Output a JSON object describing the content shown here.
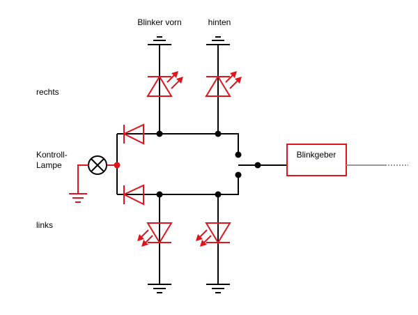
{
  "labels": {
    "front": "Blinker vorn",
    "rear": "hinten",
    "right": "rechts",
    "indicator_lamp_line1": "Kontroll-",
    "indicator_lamp_line2": "Lampe",
    "left": "links",
    "flasher": "Blinkgeber"
  },
  "colors": {
    "wire": "#000000",
    "component": "#e0141c",
    "continuation": "#999999"
  }
}
